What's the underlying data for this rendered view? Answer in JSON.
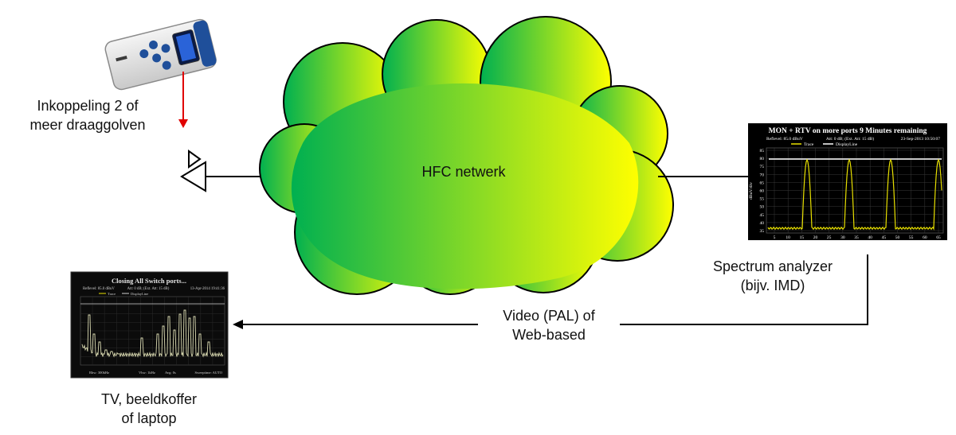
{
  "labels": {
    "injection_line1": "Inkoppeling 2 of",
    "injection_line2": "meer draaggolven",
    "cloud": "HFC netwerk",
    "analyzer_line1": "Spectrum analyzer",
    "analyzer_line2": "(bijv. IMD)",
    "link_line1": "Video (PAL) of",
    "link_line2": "Web-based",
    "tv_line1": "TV, beeldkoffer",
    "tv_line2": "of laptop"
  },
  "analyzer_screen": {
    "title": "MON + RTV on more ports 9 Minutes remaining",
    "info_left": "Reflevel: 85.0 dBuV",
    "info_mid": "Att: 0 dB; (Ext. Att: 15 dB)",
    "info_right": "23-Sep-2013 10:50:07",
    "legend_trace": "Trace",
    "legend_display": "DisplayLine",
    "ylabel": "dBuV/div",
    "yticks": [
      "85",
      "80",
      "75",
      "70",
      "65",
      "60",
      "55",
      "50",
      "45",
      "40",
      "35"
    ],
    "xticks": [
      "5",
      "10",
      "15",
      "20",
      "25",
      "30",
      "35",
      "40",
      "45",
      "50",
      "55",
      "60",
      "65"
    ]
  },
  "tv_screen": {
    "title": "Closing All Switch ports...",
    "info_left": "Reflevel: 85.0 dBuV",
    "info_mid": "Att: 0 dB; (Ext. Att: 15 dB)",
    "info_right": "13-Apr-2014 19:41:36",
    "legend_trace": "Trace",
    "legend_display": "DisplayLine",
    "footer_left": "Rbw: 300kHz",
    "footer_mid": "Vbw: 1kHz",
    "footer_avg": "Avg: 0s",
    "footer_right": "Sweeptime: AUTO"
  },
  "colors": {
    "cloud_left": "#00b050",
    "cloud_right": "#ffff00",
    "red_arrow": "#e00000",
    "trace": "#e8e000"
  }
}
